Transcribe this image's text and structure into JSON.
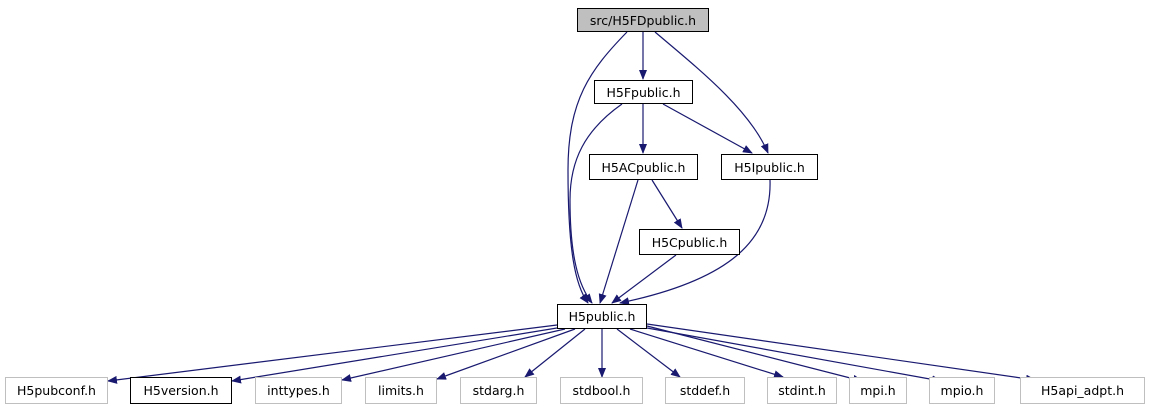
{
  "colors": {
    "edge": "#191970",
    "root_fill": "#bfbfbf",
    "external_border": "#bfbfbf",
    "documented_border": "#000000"
  },
  "nodes": {
    "root": "src/H5FDpublic.h",
    "h5f": "H5Fpublic.h",
    "h5ac": "H5ACpublic.h",
    "h5i": "H5Ipublic.h",
    "h5c": "H5Cpublic.h",
    "h5public": "H5public.h",
    "h5pubconf": "H5pubconf.h",
    "h5version": "H5version.h",
    "inttypes": "inttypes.h",
    "limits": "limits.h",
    "stdarg": "stdarg.h",
    "stdbool": "stdbool.h",
    "stddef": "stddef.h",
    "stdint": "stdint.h",
    "mpi": "mpi.h",
    "mpio": "mpio.h",
    "h5api_adpt": "H5api_adpt.h"
  },
  "edges": [
    [
      "root",
      "h5f"
    ],
    [
      "root",
      "h5i"
    ],
    [
      "root",
      "h5public"
    ],
    [
      "h5f",
      "h5ac"
    ],
    [
      "h5f",
      "h5i"
    ],
    [
      "h5f",
      "h5public"
    ],
    [
      "h5ac",
      "h5c"
    ],
    [
      "h5ac",
      "h5public"
    ],
    [
      "h5i",
      "h5public"
    ],
    [
      "h5c",
      "h5public"
    ],
    [
      "h5public",
      "h5pubconf"
    ],
    [
      "h5public",
      "h5version"
    ],
    [
      "h5public",
      "inttypes"
    ],
    [
      "h5public",
      "limits"
    ],
    [
      "h5public",
      "stdarg"
    ],
    [
      "h5public",
      "stdbool"
    ],
    [
      "h5public",
      "stddef"
    ],
    [
      "h5public",
      "stdint"
    ],
    [
      "h5public",
      "mpi"
    ],
    [
      "h5public",
      "mpio"
    ],
    [
      "h5public",
      "h5api_adpt"
    ]
  ]
}
